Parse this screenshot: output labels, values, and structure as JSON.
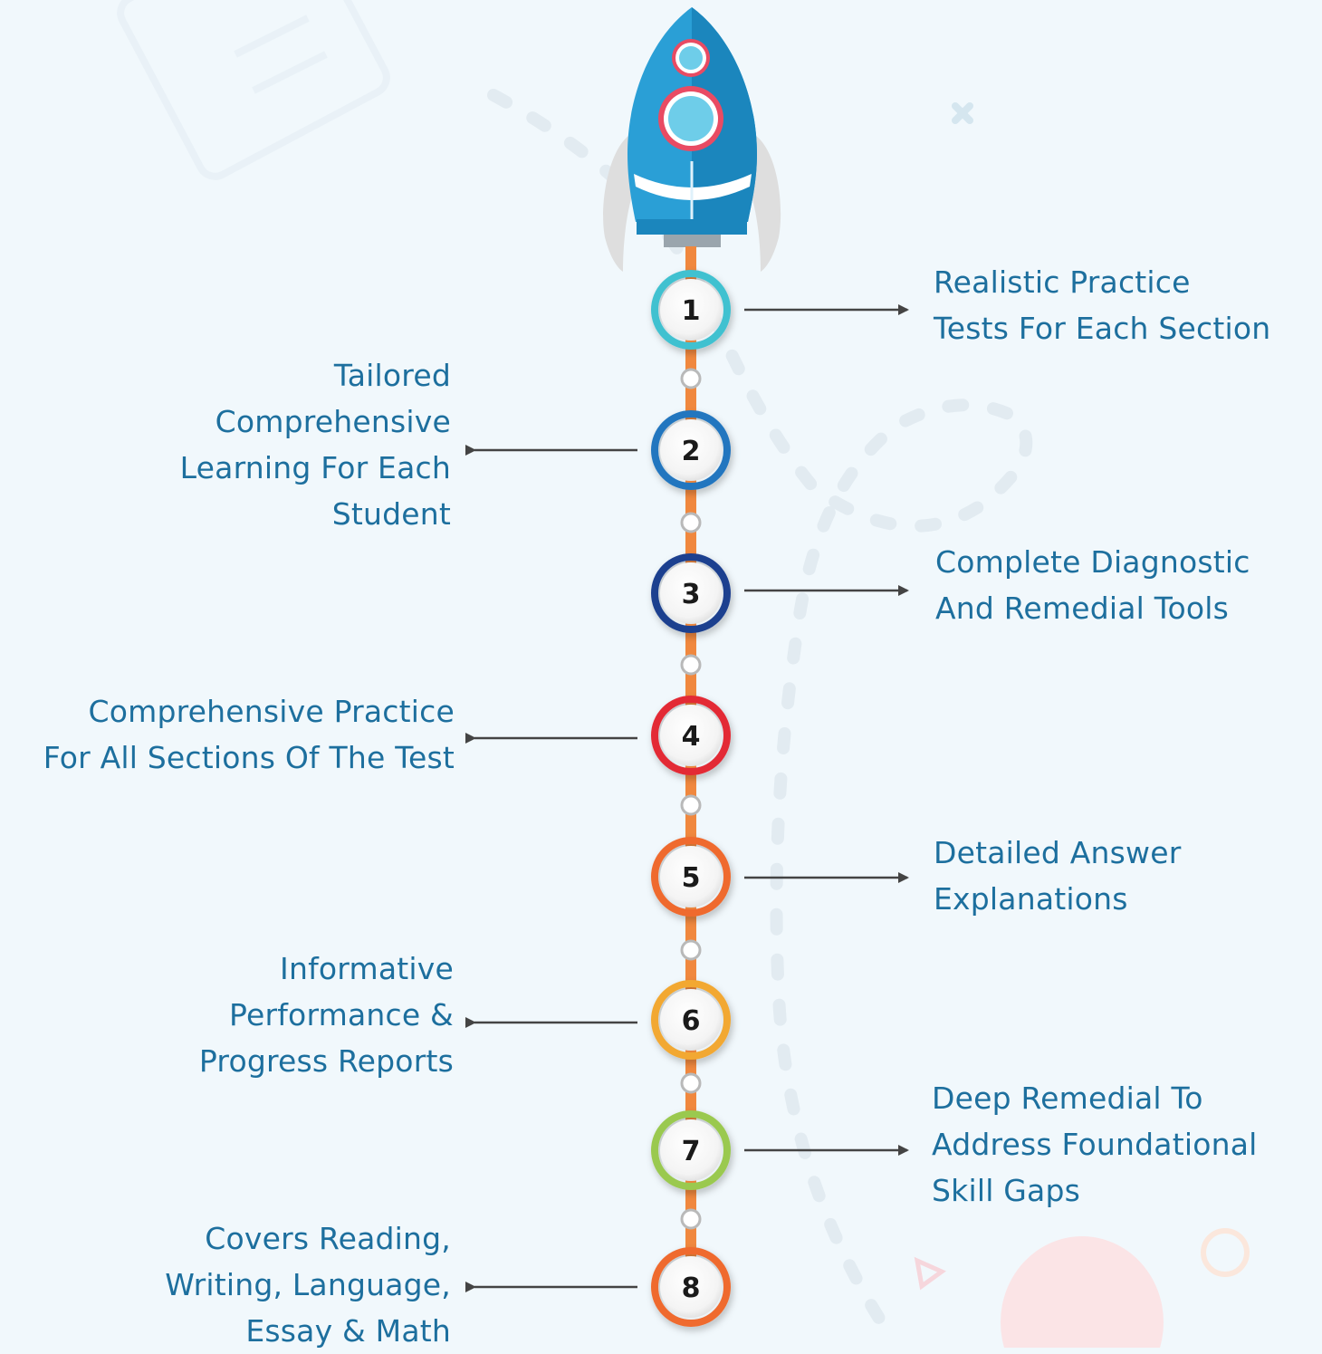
{
  "colors": {
    "background": "#f1f8fc",
    "label_text": "#1d6f9e",
    "spine": "#f0883e",
    "arrow": "#444444",
    "rocket_body": "#2a9fd6",
    "rocket_window_ring": "#e94b63"
  },
  "icons": [
    "rocket-icon",
    "arrow-right-icon",
    "arrow-left-icon"
  ],
  "steps": [
    {
      "number": "1",
      "text": "Realistic Practice\nTests For Each Section",
      "side": "right",
      "ring_color": "#3fc1d0"
    },
    {
      "number": "2",
      "text": "Tailored\nComprehensive\nLearning For Each\nStudent",
      "side": "left",
      "ring_color": "#2376bf"
    },
    {
      "number": "3",
      "text": "Complete Diagnostic\nAnd Remedial Tools",
      "side": "right",
      "ring_color": "#1f3f8f"
    },
    {
      "number": "4",
      "text": "Comprehensive Practice\nFor All Sections Of The Test",
      "side": "left",
      "ring_color": "#e32b36"
    },
    {
      "number": "5",
      "text": "Detailed Answer\nExplanations",
      "side": "right",
      "ring_color": "#ef6a2f"
    },
    {
      "number": "6",
      "text": "Informative\nPerformance &\nProgress Reports",
      "side": "left",
      "ring_color": "#f2a833"
    },
    {
      "number": "7",
      "text": "Deep Remedial To\nAddress Foundational\nSkill Gaps",
      "side": "right",
      "ring_color": "#9ac94f"
    },
    {
      "number": "8",
      "text": "Covers Reading,\nWriting, Language,\nEssay & Math",
      "side": "left",
      "ring_color": "#ef6a2f"
    }
  ]
}
